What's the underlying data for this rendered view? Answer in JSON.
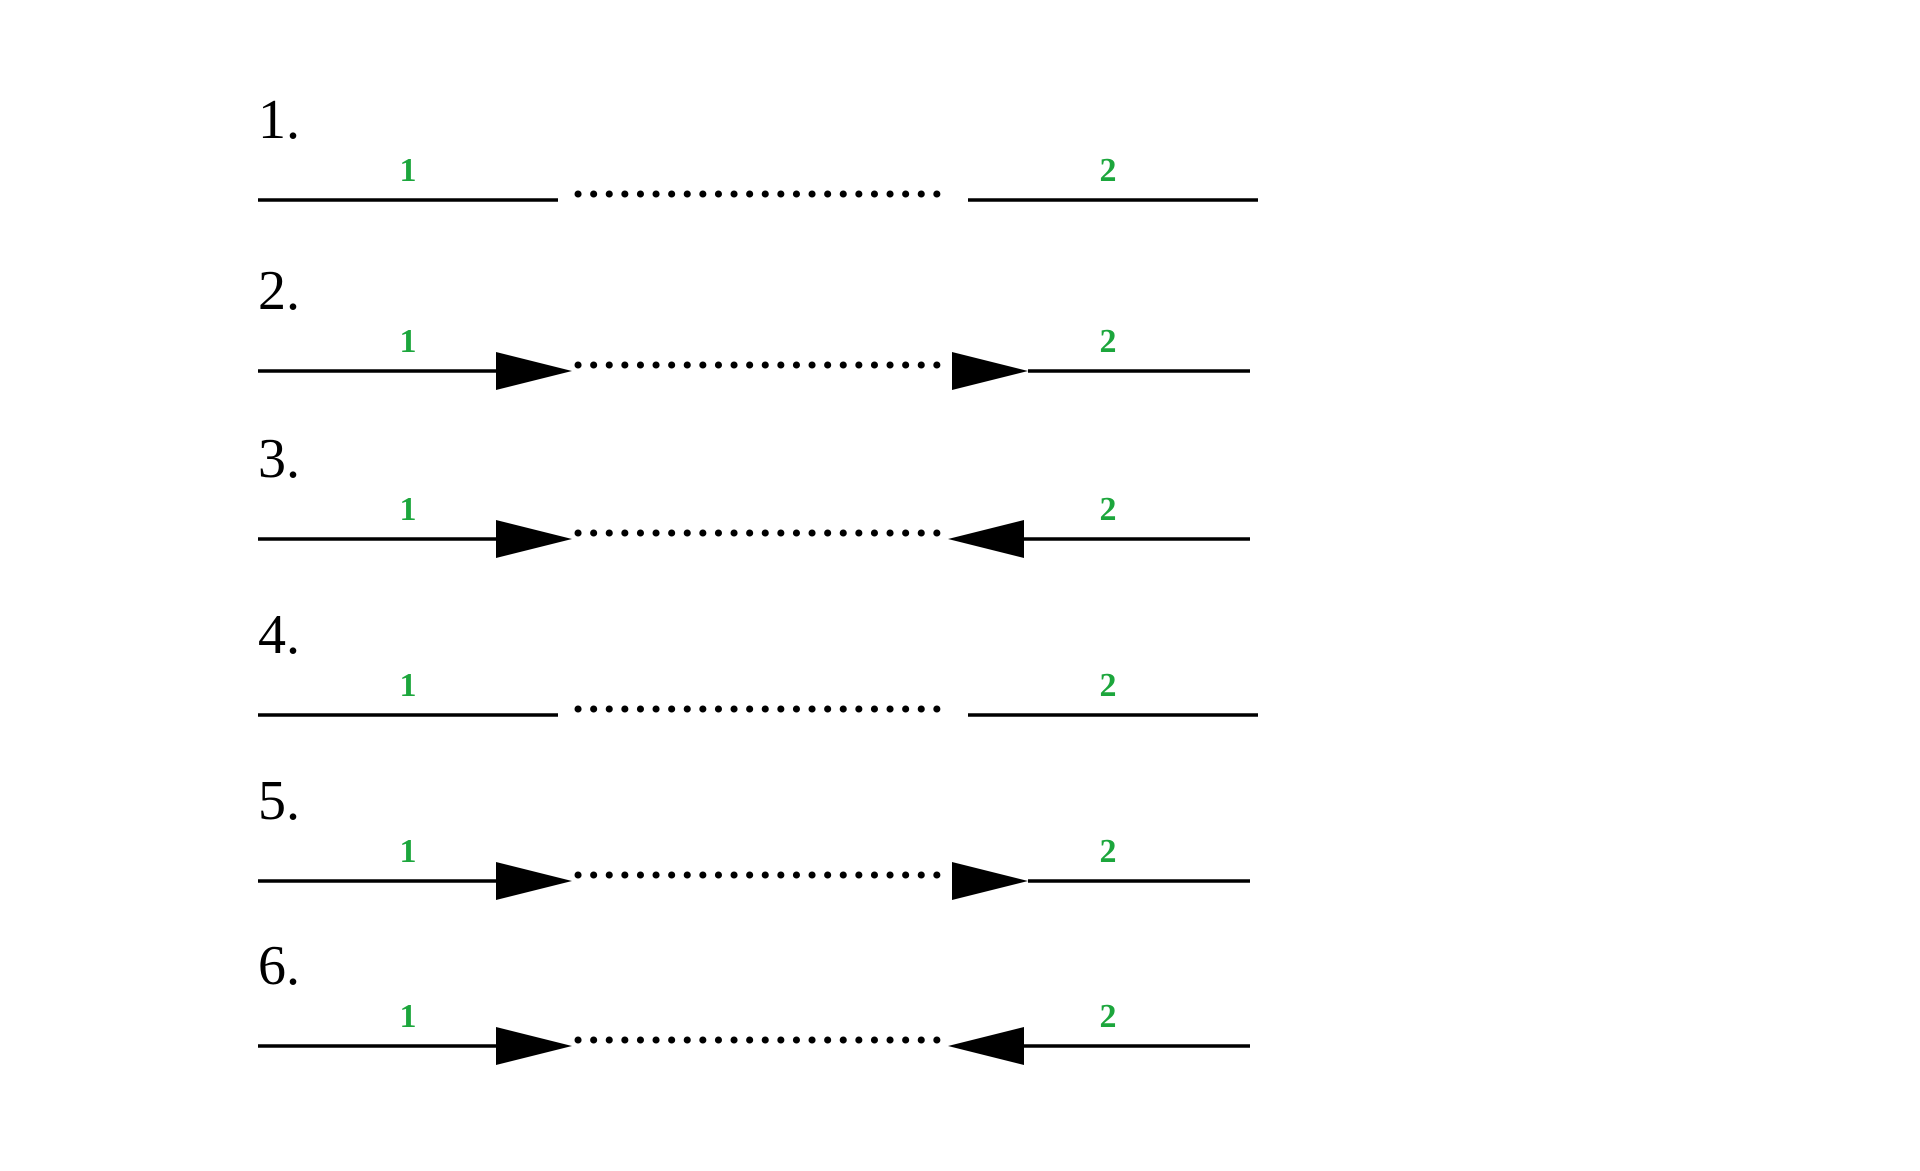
{
  "page": {
    "background": "#ffffff"
  },
  "colors": {
    "line": "#000000",
    "row_number_text": "#000000",
    "segment_label_green": "#1CA63C"
  },
  "figure": {
    "type": "line-matching-exercise",
    "rows": [
      {
        "num": "1.",
        "left_label": "1",
        "right_label": "2",
        "left_arrow": "none",
        "right_arrow": "none"
      },
      {
        "num": "2.",
        "left_label": "1",
        "right_label": "2",
        "left_arrow": "right",
        "right_arrow": "right"
      },
      {
        "num": "3.",
        "left_label": "1",
        "right_label": "2",
        "left_arrow": "right",
        "right_arrow": "left"
      },
      {
        "num": "4.",
        "left_label": "1",
        "right_label": "2",
        "left_arrow": "none",
        "right_arrow": "none"
      },
      {
        "num": "5.",
        "left_label": "1",
        "right_label": "2",
        "left_arrow": "right",
        "right_arrow": "right"
      },
      {
        "num": "6.",
        "left_label": "1",
        "right_label": "2",
        "left_arrow": "right",
        "right_arrow": "left"
      }
    ]
  }
}
